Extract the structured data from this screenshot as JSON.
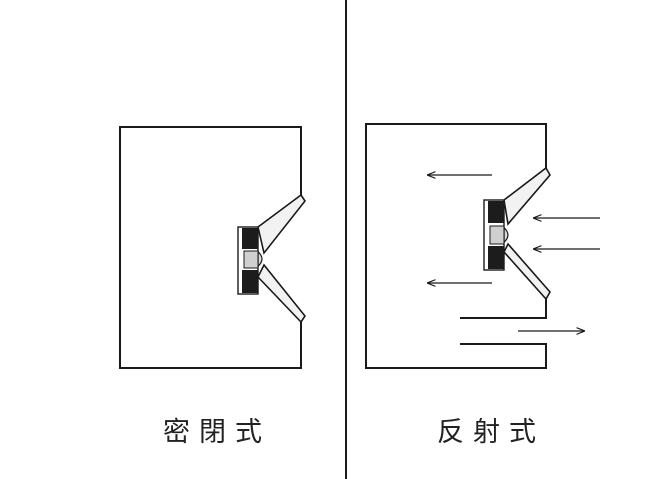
{
  "panels": [
    {
      "id": "sealed",
      "caption": "密閉式"
    },
    {
      "id": "bass_reflex",
      "caption": "反射式"
    }
  ],
  "colors": {
    "line": "#1a1a1a",
    "magnet": "#1c1c1c",
    "cone": "#f2f2f2",
    "dust_cap": "#d9d9d9"
  }
}
